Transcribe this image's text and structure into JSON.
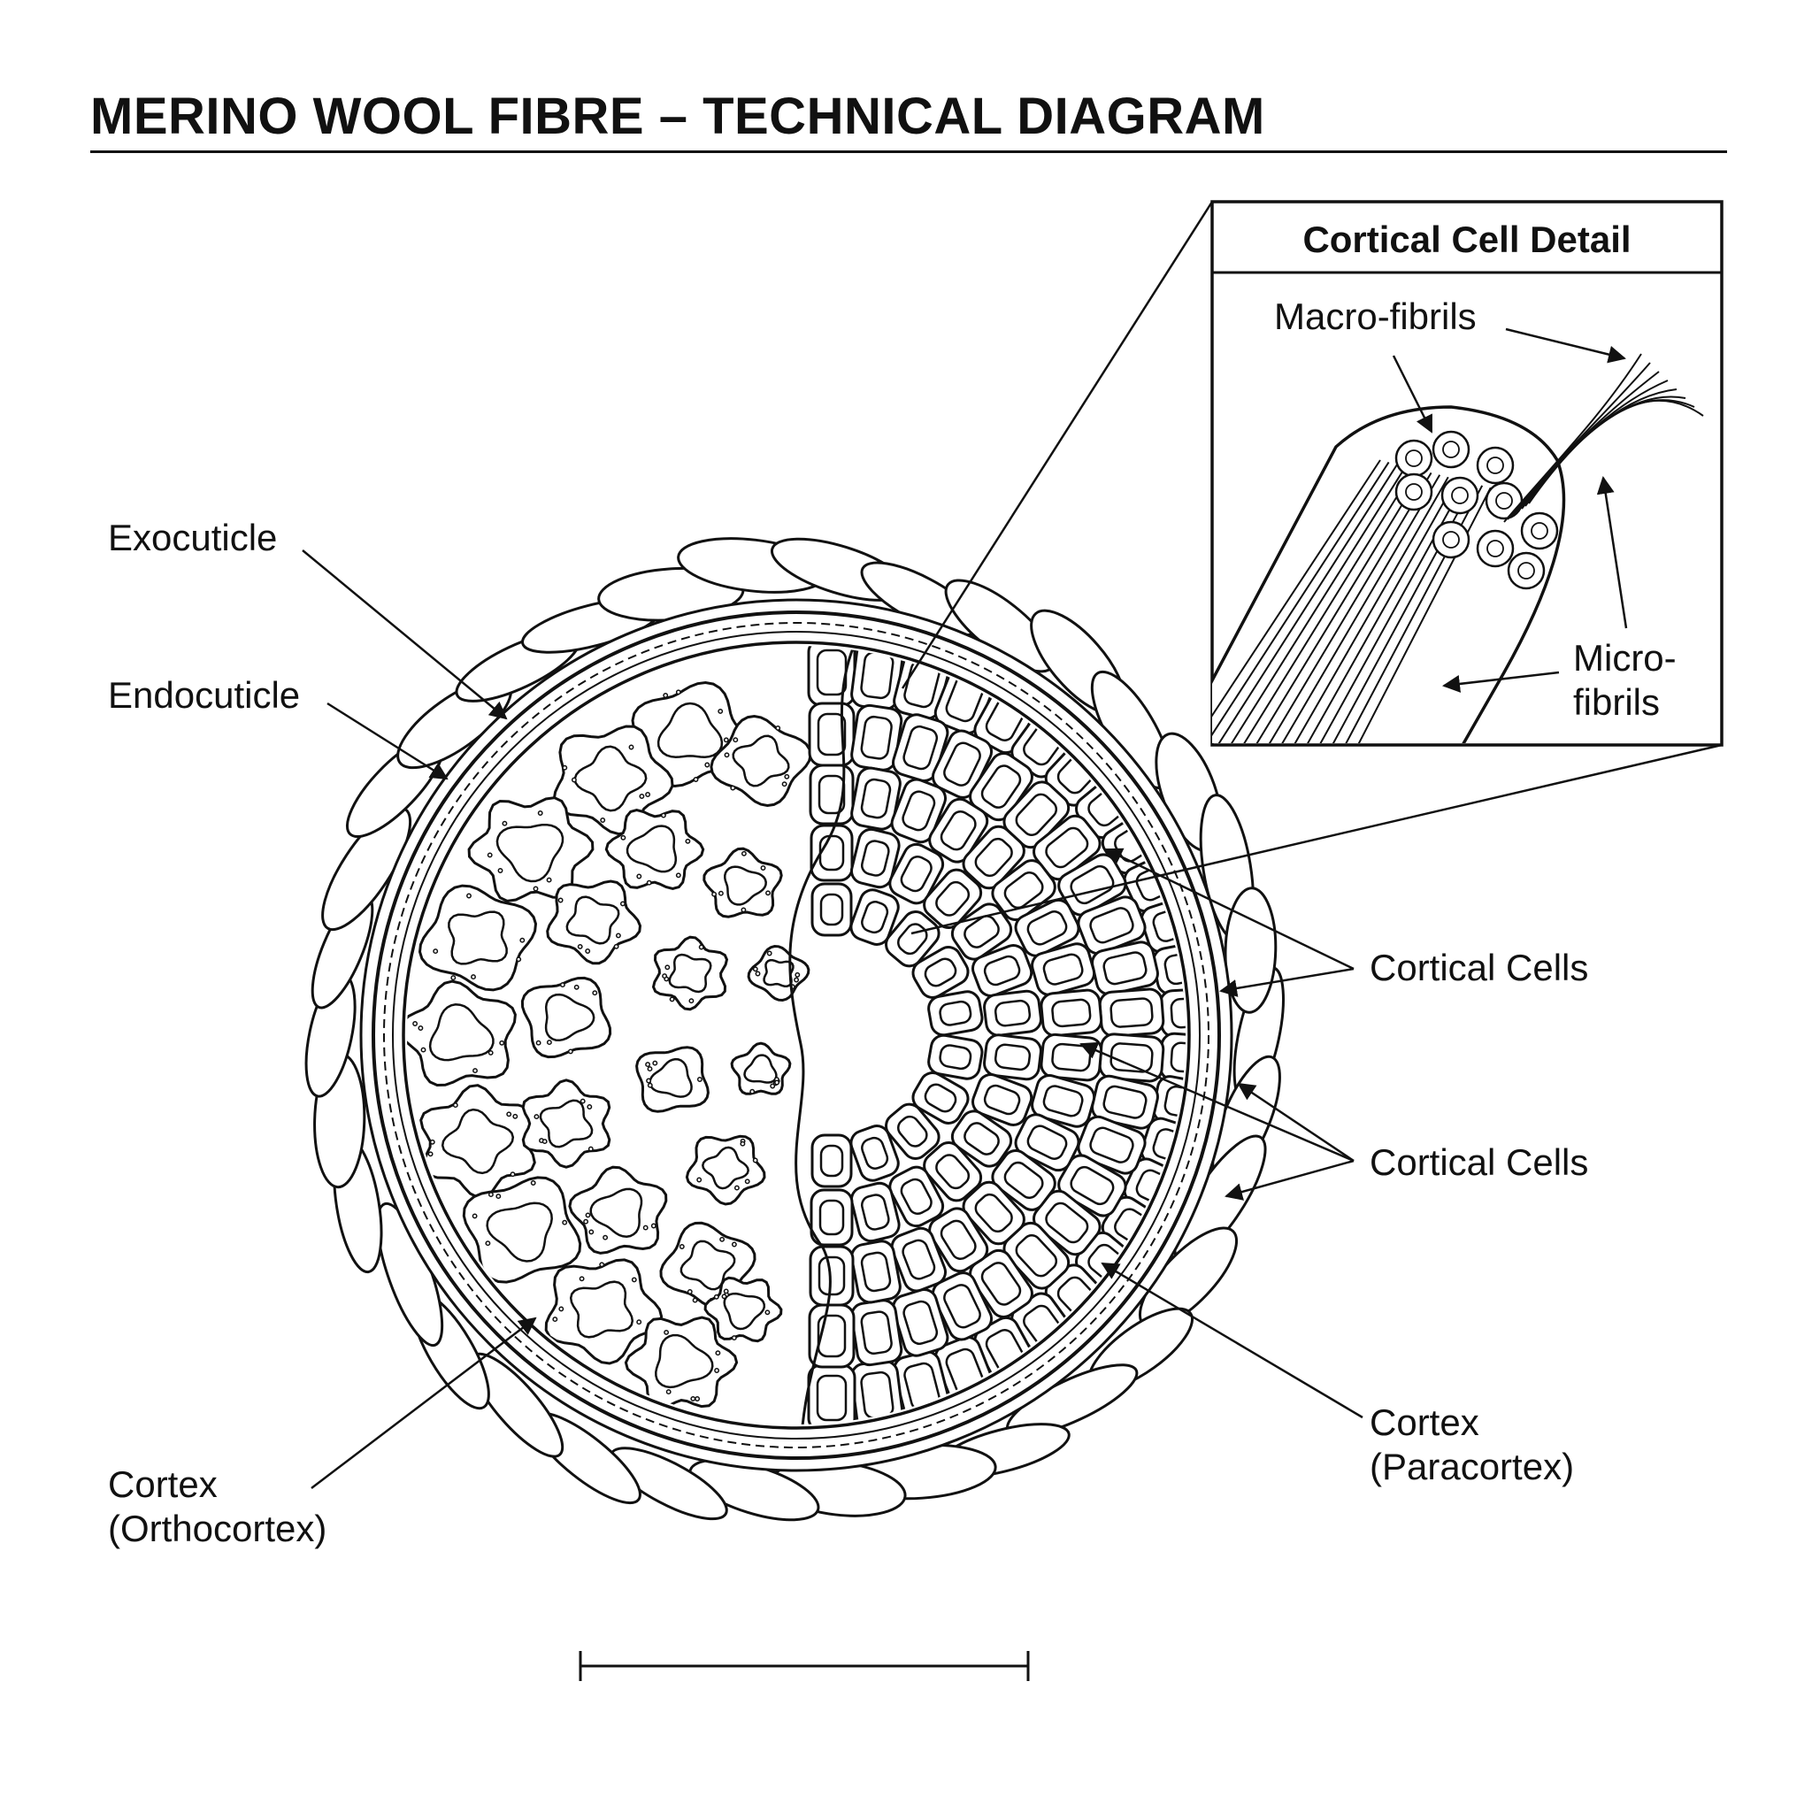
{
  "title": "MERINO WOOL FIBRE – TECHNICAL DIAGRAM",
  "inset": {
    "heading": "Cortical Cell Detail",
    "macro_label": "Macro-fibrils",
    "micro_label_line1": "Micro-",
    "micro_label_line2": "fibrils"
  },
  "labels": {
    "exocuticle": "Exocuticle",
    "endocuticle": "Endocuticle",
    "cortical_cells_upper": "Cortical Cells",
    "cortical_cells_lower": "Cortical Cells",
    "paracortex_line1": "Cortex",
    "paracortex_line2": "(Paracortex)",
    "orthocortex_line1": "Cortex",
    "orthocortex_line2": "(Orthocortex)"
  },
  "colors": {
    "ink": "#111111",
    "background": "#ffffff"
  }
}
